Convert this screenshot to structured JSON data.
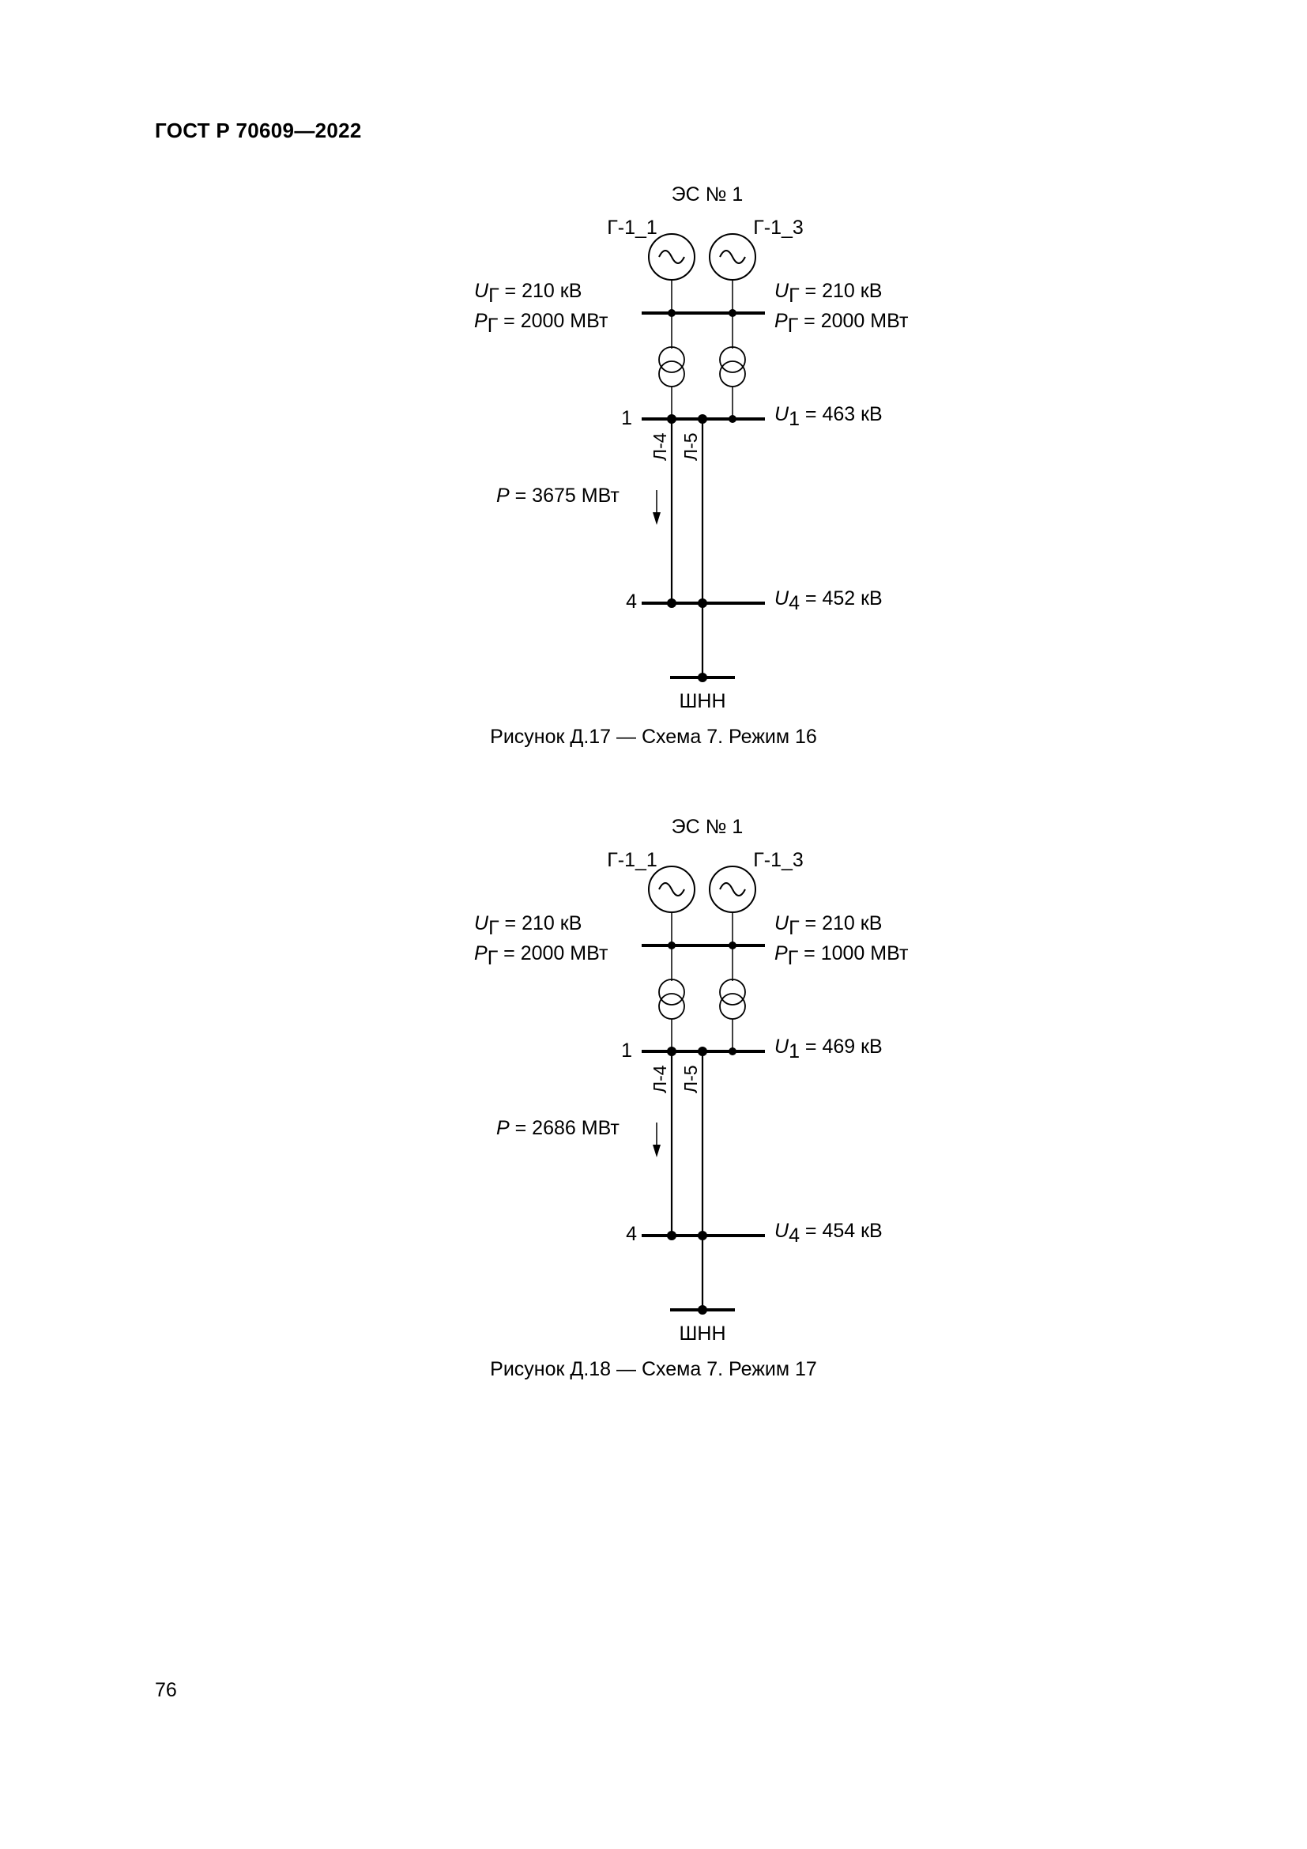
{
  "header": {
    "title": "ГОСТ Р 70609—2022"
  },
  "page_number": "76",
  "figures": [
    {
      "station": "ЭС № 1",
      "gen_left": "Г-1_1",
      "gen_right": "Г-1_3",
      "left_ug": "= 210 кВ",
      "left_pg": "= 2000 МВт",
      "right_ug": "= 210 кВ",
      "right_pg": "= 2000 МВт",
      "node1": "1",
      "u1": "= 463 кВ",
      "line_a": "Л-4",
      "line_b": "Л-5",
      "power": "= 3675 МВт",
      "node4": "4",
      "u4": "= 452 кВ",
      "bus": "ШНН",
      "caption": "Рисунок Д.17 — Схема 7. Режим 16"
    },
    {
      "station": "ЭС № 1",
      "gen_left": "Г-1_1",
      "gen_right": "Г-1_3",
      "left_ug": "= 210 кВ",
      "left_pg": "= 2000 МВт",
      "right_ug": "= 210 кВ",
      "right_pg": "= 1000 МВт",
      "node1": "1",
      "u1": "= 469 кВ",
      "line_a": "Л-4",
      "line_b": "Л-5",
      "power": "= 2686 МВт",
      "node4": "4",
      "u4": "= 454 кВ",
      "bus": "ШНН",
      "caption": "Рисунок Д.18 — Схема 7. Режим 17"
    }
  ],
  "symbols": {
    "U": "U",
    "P": "P",
    "sub_g": "Г",
    "sub_1": "1",
    "sub_4": "4"
  }
}
